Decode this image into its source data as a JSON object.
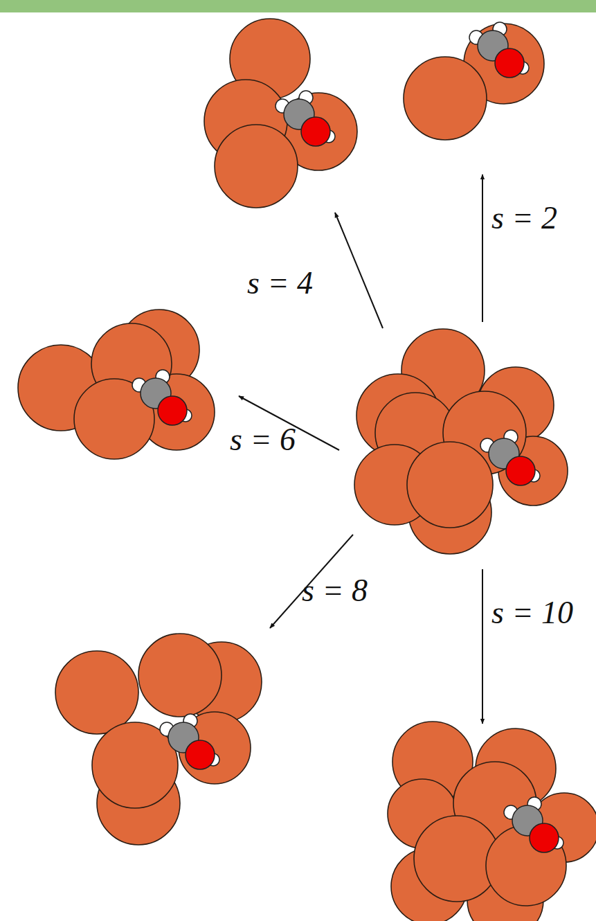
{
  "diagram": {
    "labels": [
      "s = 2",
      "s = 4",
      "s = 6",
      "s = 8",
      "s = 10"
    ]
  }
}
